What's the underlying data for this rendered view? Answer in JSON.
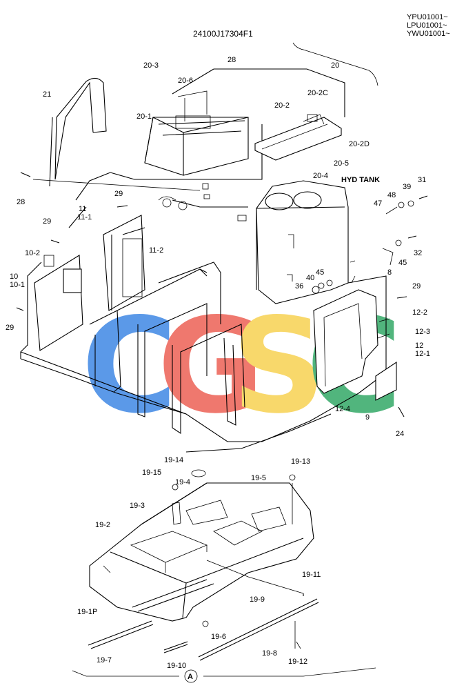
{
  "header": {
    "drawing_number": "24100J17304F1",
    "serial_ranges": [
      "YPU01001~",
      "LPU01001~",
      "YWU01001~"
    ]
  },
  "annotations": {
    "hyd_tank": "HYD TANK",
    "detail_marker": "A"
  },
  "watermark": {
    "letters": [
      "C",
      "G",
      "S",
      "C"
    ],
    "colors": [
      "#4a8ee6",
      "#ee6a5f",
      "#f8d45c",
      "#3fae6f"
    ]
  },
  "callouts": [
    "20",
    "20-1",
    "20-2",
    "20-2C",
    "20-2D",
    "20-3",
    "20-4",
    "20-5",
    "20-6",
    "21",
    "28",
    "28",
    "29",
    "29",
    "29",
    "29",
    "11",
    "11-1",
    "11-2",
    "10-2",
    "10",
    "10-1",
    "31",
    "39",
    "48",
    "47",
    "32",
    "45",
    "45",
    "40",
    "36",
    "8",
    "12-2",
    "12-3",
    "12",
    "12-1",
    "12-4",
    "9",
    "24",
    "19-14",
    "19-13",
    "19-15",
    "19-4",
    "19-5",
    "19-3",
    "19-2",
    "19-11",
    "19-9",
    "19-1P",
    "19-6",
    "19-7",
    "19-8",
    "19-10",
    "19-12"
  ]
}
